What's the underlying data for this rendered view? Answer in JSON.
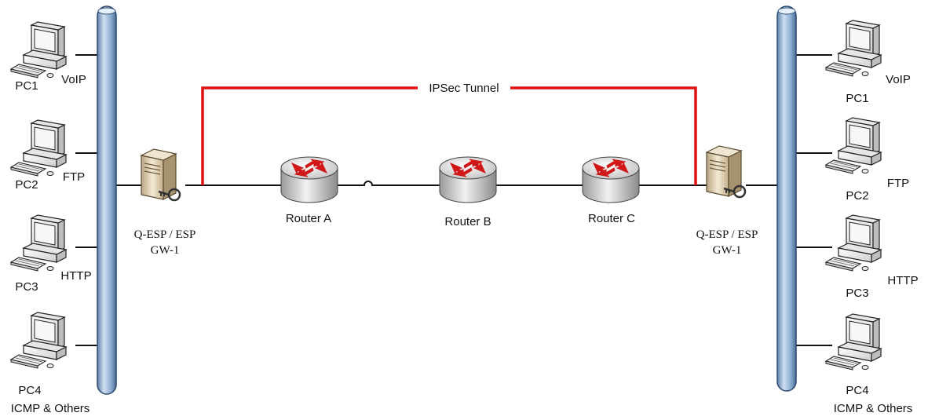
{
  "tunnel": {
    "label": "IPSec Tunnel",
    "color": "#e01010"
  },
  "left": {
    "pcs": [
      {
        "name": "PC1",
        "service": "VoIP"
      },
      {
        "name": "PC2",
        "service": "FTP"
      },
      {
        "name": "PC3",
        "service": "HTTP"
      },
      {
        "name": "PC4",
        "service": "ICMP & Others"
      }
    ],
    "gateway": {
      "line1": "Q-ESP / ESP",
      "line2": "GW-1"
    }
  },
  "right": {
    "pcs": [
      {
        "name": "PC1",
        "service": "VoIP"
      },
      {
        "name": "PC2",
        "service": "FTP"
      },
      {
        "name": "PC3",
        "service": "HTTP"
      },
      {
        "name": "PC4",
        "service": "ICMP & Others"
      }
    ],
    "gateway": {
      "line1": "Q-ESP / ESP",
      "line2": "GW-1"
    }
  },
  "routers": [
    {
      "label": "Router A"
    },
    {
      "label": "Router B"
    },
    {
      "label": "Router C"
    }
  ],
  "colors": {
    "bus": "#8fb0d4",
    "link": "#111111",
    "router_arrow": "#d01818"
  },
  "icons": {
    "pc": "desktop-computer-icon",
    "gateway": "server-with-key-icon",
    "router": "router-icon",
    "bus": "network-bus-icon"
  }
}
